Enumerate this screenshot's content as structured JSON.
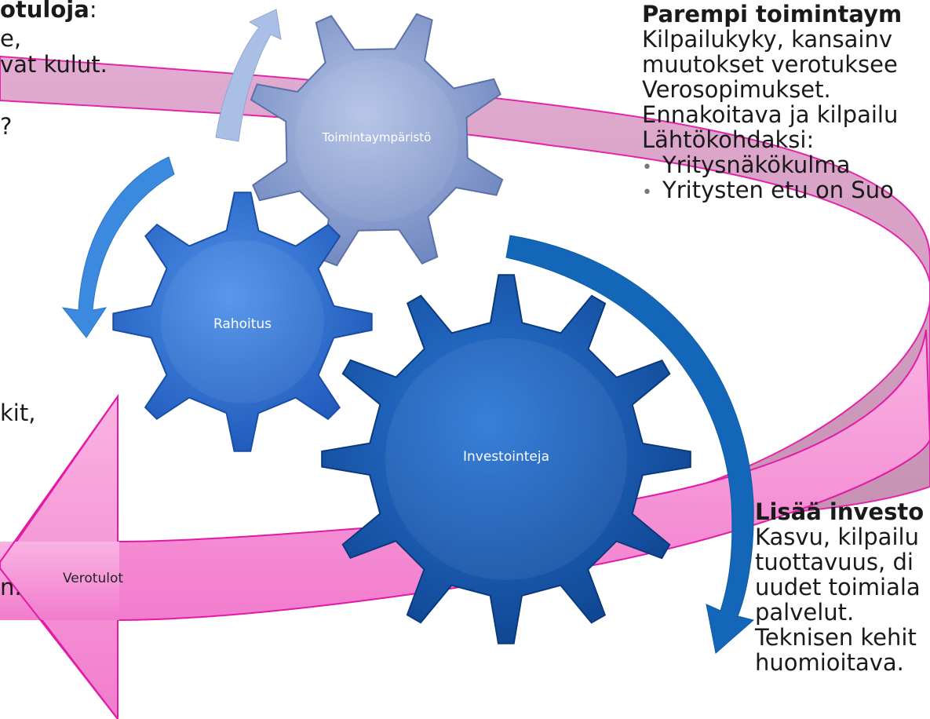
{
  "left_fragments": {
    "line1_bold": "otuloja",
    "line1_colon": ":",
    "line2": "e,",
    "line3": "vat kulut.",
    "line4": "?",
    "line5": "kit,",
    "line6": "n."
  },
  "top_right": {
    "heading": "Parempi toimintaym",
    "lines": [
      "Kilpailukyky, kansainv",
      "muutokset verotuksee",
      "Verosopimukset.",
      "Ennakoitava ja kilpailu",
      "Lähtökohdaksi:"
    ],
    "bullets": [
      "Yritysnäkökulma",
      "Yritysten etu on Suo"
    ]
  },
  "bottom_right": {
    "heading": "Lisää investo",
    "lines": [
      "Kasvu, kilpailu",
      "tuottavuus, di",
      "uudet toimiala",
      "palvelut.",
      "Teknisen kehit",
      "huomioitava."
    ]
  },
  "gears": {
    "environment": "Toimintaympäristö",
    "financing": "Rahoitus",
    "investments": "Investointeja"
  },
  "arrow_label": "Verotulot",
  "colors": {
    "band_fill": "#d07ab8",
    "band_stroke": "#e21aa6",
    "arrow_fill": "#f59ad8",
    "gear_light": "#8ea4d2",
    "gear_mid": "#2f6fd0",
    "gear_dark": "#1452a8",
    "curved_arrow_light": "#a9bfe6",
    "curved_arrow_mid": "#3b8ae0",
    "curved_arrow_dark": "#1466b8"
  }
}
